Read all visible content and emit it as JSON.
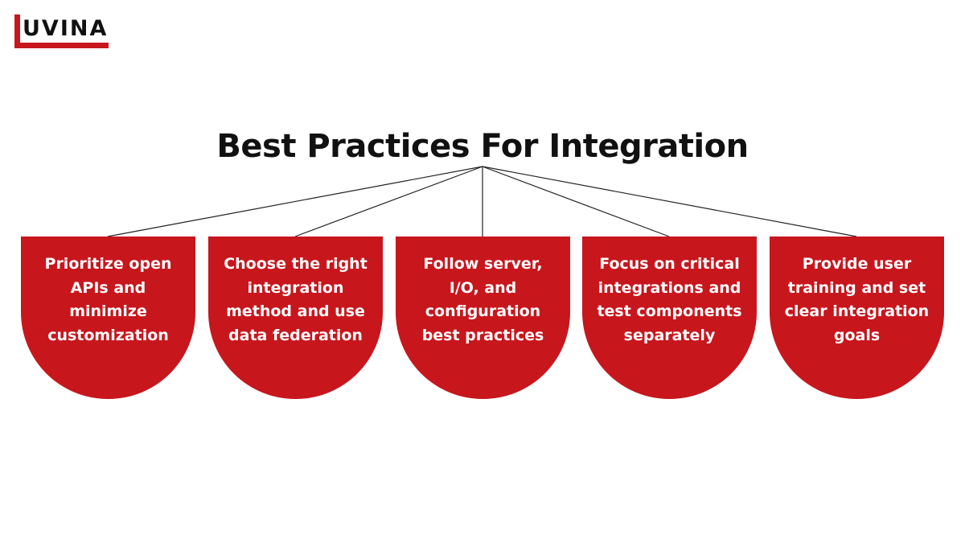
{
  "logo": {
    "text": "UVINA"
  },
  "title": "Best Practices For Integration",
  "colors": {
    "accent": "#c8161d",
    "text_dark": "#111111",
    "card_text": "#ffffff",
    "connector": "#222222"
  },
  "practices": [
    {
      "text": "Prioritize open APIs and minimize customization"
    },
    {
      "text": "Choose the right integration method and use data federation"
    },
    {
      "text": "Follow server, I/O, and configuration best practices"
    },
    {
      "text": "Focus on critical integrations and test components separately"
    },
    {
      "text": "Provide user training and set clear integration goals"
    }
  ]
}
